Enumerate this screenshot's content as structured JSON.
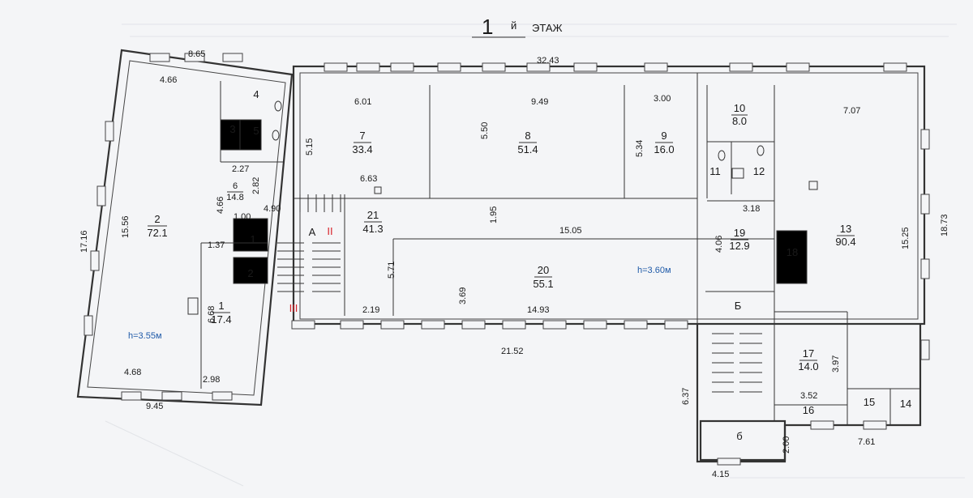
{
  "title": {
    "number": "1",
    "suffix": "й",
    "label": "ЭТАЖ"
  },
  "heights": {
    "left": "h=3.55м",
    "center": "h=3.60м"
  },
  "stair_letters": [
    "А",
    "Б",
    "б"
  ],
  "stair_marks": {
    "ii": "II",
    "iii": "III"
  },
  "rooms": [
    {
      "num": "1",
      "area": "17.4"
    },
    {
      "num": "1",
      "area": ""
    },
    {
      "num": "2",
      "area": "72.1"
    },
    {
      "num": "2",
      "area": ""
    },
    {
      "num": "3",
      "area": ""
    },
    {
      "num": "4",
      "area": ""
    },
    {
      "num": "5",
      "area": ""
    },
    {
      "num": "6",
      "area": "14.8"
    },
    {
      "num": "7",
      "area": "33.4"
    },
    {
      "num": "8",
      "area": "51.4"
    },
    {
      "num": "9",
      "area": "16.0"
    },
    {
      "num": "10",
      "area": "8.0"
    },
    {
      "num": "11",
      "area": ""
    },
    {
      "num": "12",
      "area": ""
    },
    {
      "num": "13",
      "area": "90.4"
    },
    {
      "num": "14",
      "area": ""
    },
    {
      "num": "15",
      "area": ""
    },
    {
      "num": "16",
      "area": ""
    },
    {
      "num": "17",
      "area": "14.0"
    },
    {
      "num": "18",
      "area": ""
    },
    {
      "num": "19",
      "area": "12.9"
    },
    {
      "num": "20",
      "area": "55.1"
    },
    {
      "num": "21",
      "area": "41.3"
    }
  ],
  "dimensions": [
    "8.65",
    "32.43",
    "4.66",
    "6.01",
    "9.49",
    "3.00",
    "7.07",
    "15.56",
    "17.16",
    "5.15",
    "5.50",
    "5.34",
    "6.63",
    "2.27",
    "2.82",
    "4.66",
    "4.90",
    "1.00",
    "1.37",
    "6.68",
    "1.95",
    "15.05",
    "4.06",
    "15.25",
    "18.73",
    "3.18",
    "5.71",
    "3.69",
    "2.19",
    "14.93",
    "21.52",
    "3.97",
    "3.52",
    "6.37",
    "2.00",
    "4.15",
    "7.61",
    "4.68",
    "2.98",
    "9.45"
  ]
}
